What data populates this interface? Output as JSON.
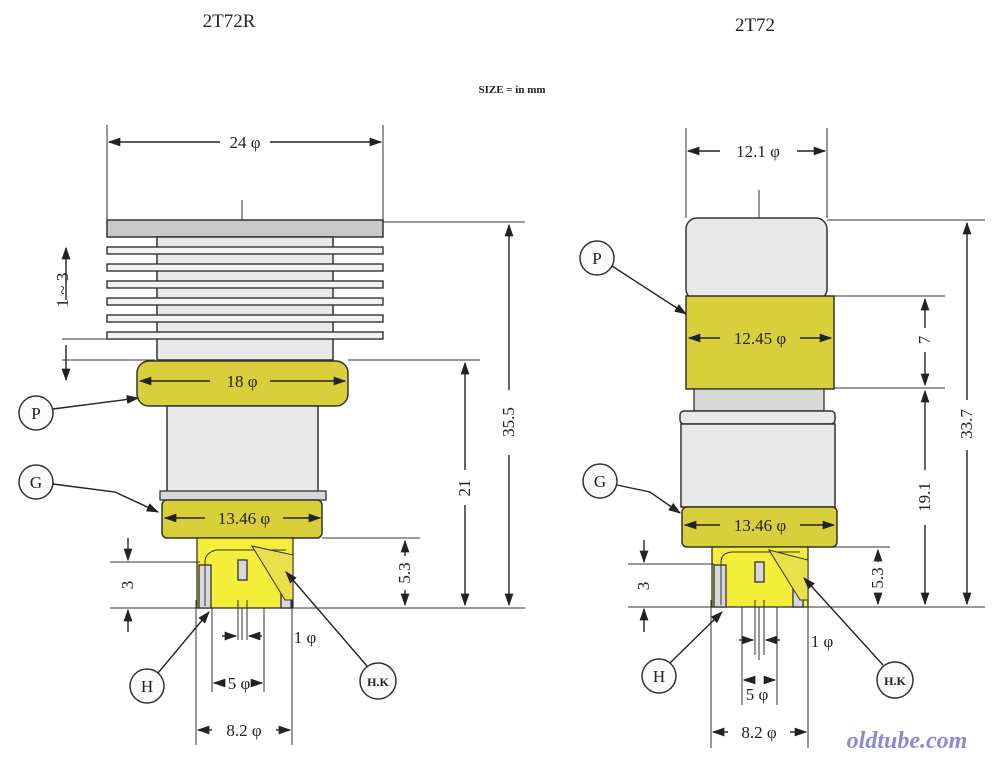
{
  "titles": {
    "left": "2T72R",
    "right": "2T72"
  },
  "note": "SIZE = in  mm",
  "left_tube": {
    "dims": {
      "overall_diameter": "24 φ",
      "fin_pitch": "1 ~ 3",
      "plate_diameter": "18 φ",
      "total_height": "35.5",
      "grid_height": "21",
      "grid_diameter": "13.46 φ",
      "heater_height": "5.3",
      "pin_length": "3",
      "pin_diameter": "1 φ",
      "inner_diameter": "5 φ",
      "outer_diameter": "8.2 φ"
    },
    "labels": {
      "plate": "P",
      "grid": "G",
      "heater": "H",
      "heater_cathode": "H.K"
    }
  },
  "right_tube": {
    "dims": {
      "body_diameter": "12.1 φ",
      "plate_diameter": "12.45 φ",
      "total_height": "33.7",
      "plate_height": "7",
      "grid_height": "19.1",
      "grid_diameter": "13.46 φ",
      "heater_height": "5.3",
      "pin_length": "3",
      "pin_diameter": "1 φ",
      "inner_diameter": "5 φ",
      "outer_diameter": "8.2 φ"
    },
    "labels": {
      "plate": "P",
      "grid": "G",
      "heater": "H",
      "heater_cathode": "H.K"
    }
  },
  "watermark": "oldtube.com",
  "colors": {
    "electrode_yellow": "#d9cf3a",
    "pin_yellow": "#f2ee3a",
    "watermark": "#8a8ad8"
  }
}
